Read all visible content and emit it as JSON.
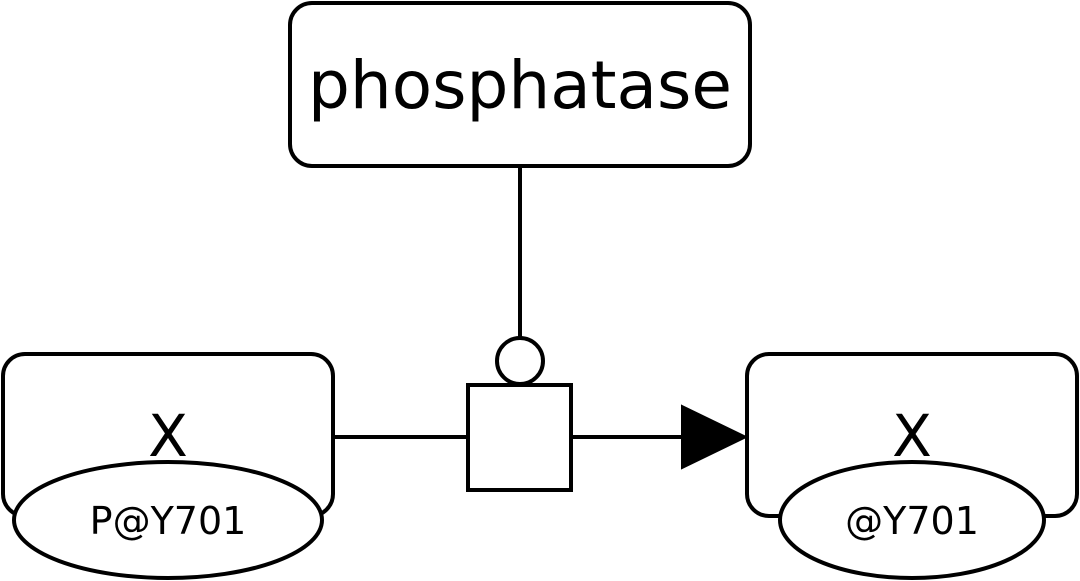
{
  "diagram": {
    "type": "sbgn-process-description",
    "modulator": {
      "label": "phosphatase"
    },
    "modulation_arc": "catalysis",
    "process": {
      "glyph": "process-node"
    },
    "substrate": {
      "label": "X",
      "state_variable": "P@Y701"
    },
    "product": {
      "label": "X",
      "state_variable": "@Y701"
    },
    "production_arc": "arrow",
    "colors": {
      "stroke": "#000000",
      "fill": "#ffffff",
      "arrow": "#000000"
    }
  }
}
